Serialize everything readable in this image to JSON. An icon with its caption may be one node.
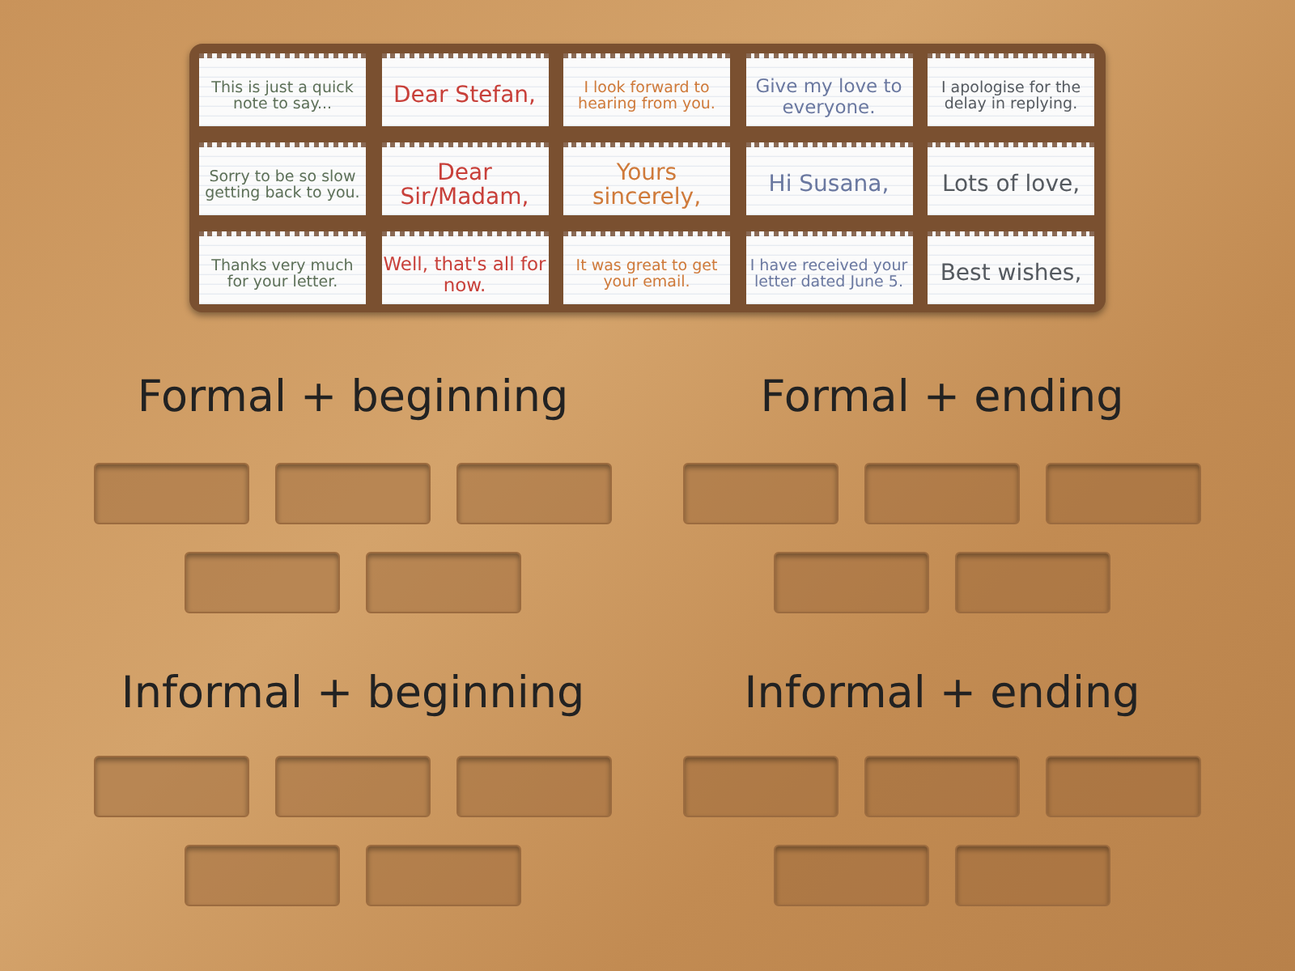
{
  "diagram": {
    "nodes": [
      {
        "text": [],
        "shape": "box"
      },
      {
        "text": [
          "This is just a quick note to say..."
        ],
        "in": 0
      },
      {
        "text": [
          "Dear Stefan,"
        ],
        "in": 0
      },
      {
        "text": [
          "I look forward to hearing from you."
        ],
        "in": 0
      },
      {
        "text": [
          "Give my love to everyone."
        ],
        "in": 0
      },
      {
        "text": [
          "I apologise for the delay in replying."
        ],
        "in": 0
      },
      {
        "text": [
          "Sorry to be so slow getting back to you."
        ],
        "in": 0
      },
      {
        "text": [
          "Dear Sir/Madam,"
        ],
        "in": 0
      },
      {
        "text": [
          "Yours sincerely,"
        ],
        "in": 0
      },
      {
        "text": [
          "Hi Susana,"
        ],
        "in": 0
      },
      {
        "text": [
          "Lots of love,"
        ],
        "in": 0
      },
      {
        "text": [
          "Thanks very much for your letter."
        ],
        "in": 0
      },
      {
        "text": [
          "Well, that's all for now."
        ],
        "in": 0
      },
      {
        "text": [
          "It was great to get your email."
        ],
        "in": 0
      },
      {
        "text": [
          "I have received your letter dated June 5."
        ],
        "in": 0
      },
      {
        "text": [
          "Best wishes,"
        ],
        "in": 0
      },
      {
        "text": [],
        "shape": "box"
      },
      {
        "text": [],
        "shape": "box"
      },
      {
        "text": [],
        "shape": "box"
      },
      {
        "text": [],
        "shape": "box"
      },
      {
        "text": [],
        "shape": "box"
      },
      {
        "text": [],
        "shape": "box"
      },
      {
        "text": [],
        "shape": "box"
      },
      {
        "text": [],
        "shape": "box"
      },
      {
        "text": [],
        "shape": "box"
      },
      {
        "text": [],
        "shape": "box"
      },
      {
        "text": [],
        "shape": "box"
      },
      {
        "text": [],
        "shape": "box"
      },
      {
        "text": [],
        "shape": "box"
      },
      {
        "text": [],
        "shape": "box"
      },
      {
        "text": [],
        "shape": "box"
      },
      {
        "text": [],
        "shape": "box"
      },
      {
        "text": [],
        "shape": "box"
      },
      {
        "text": [],
        "shape": "box"
      },
      {
        "text": [],
        "shape": "box"
      },
      {
        "text": [],
        "shape": "box"
      }
    ],
    "labels": [
      "Formal + beginning",
      "Formal + ending",
      "Informal + beginning",
      "Informal + ending"
    ]
  }
}
